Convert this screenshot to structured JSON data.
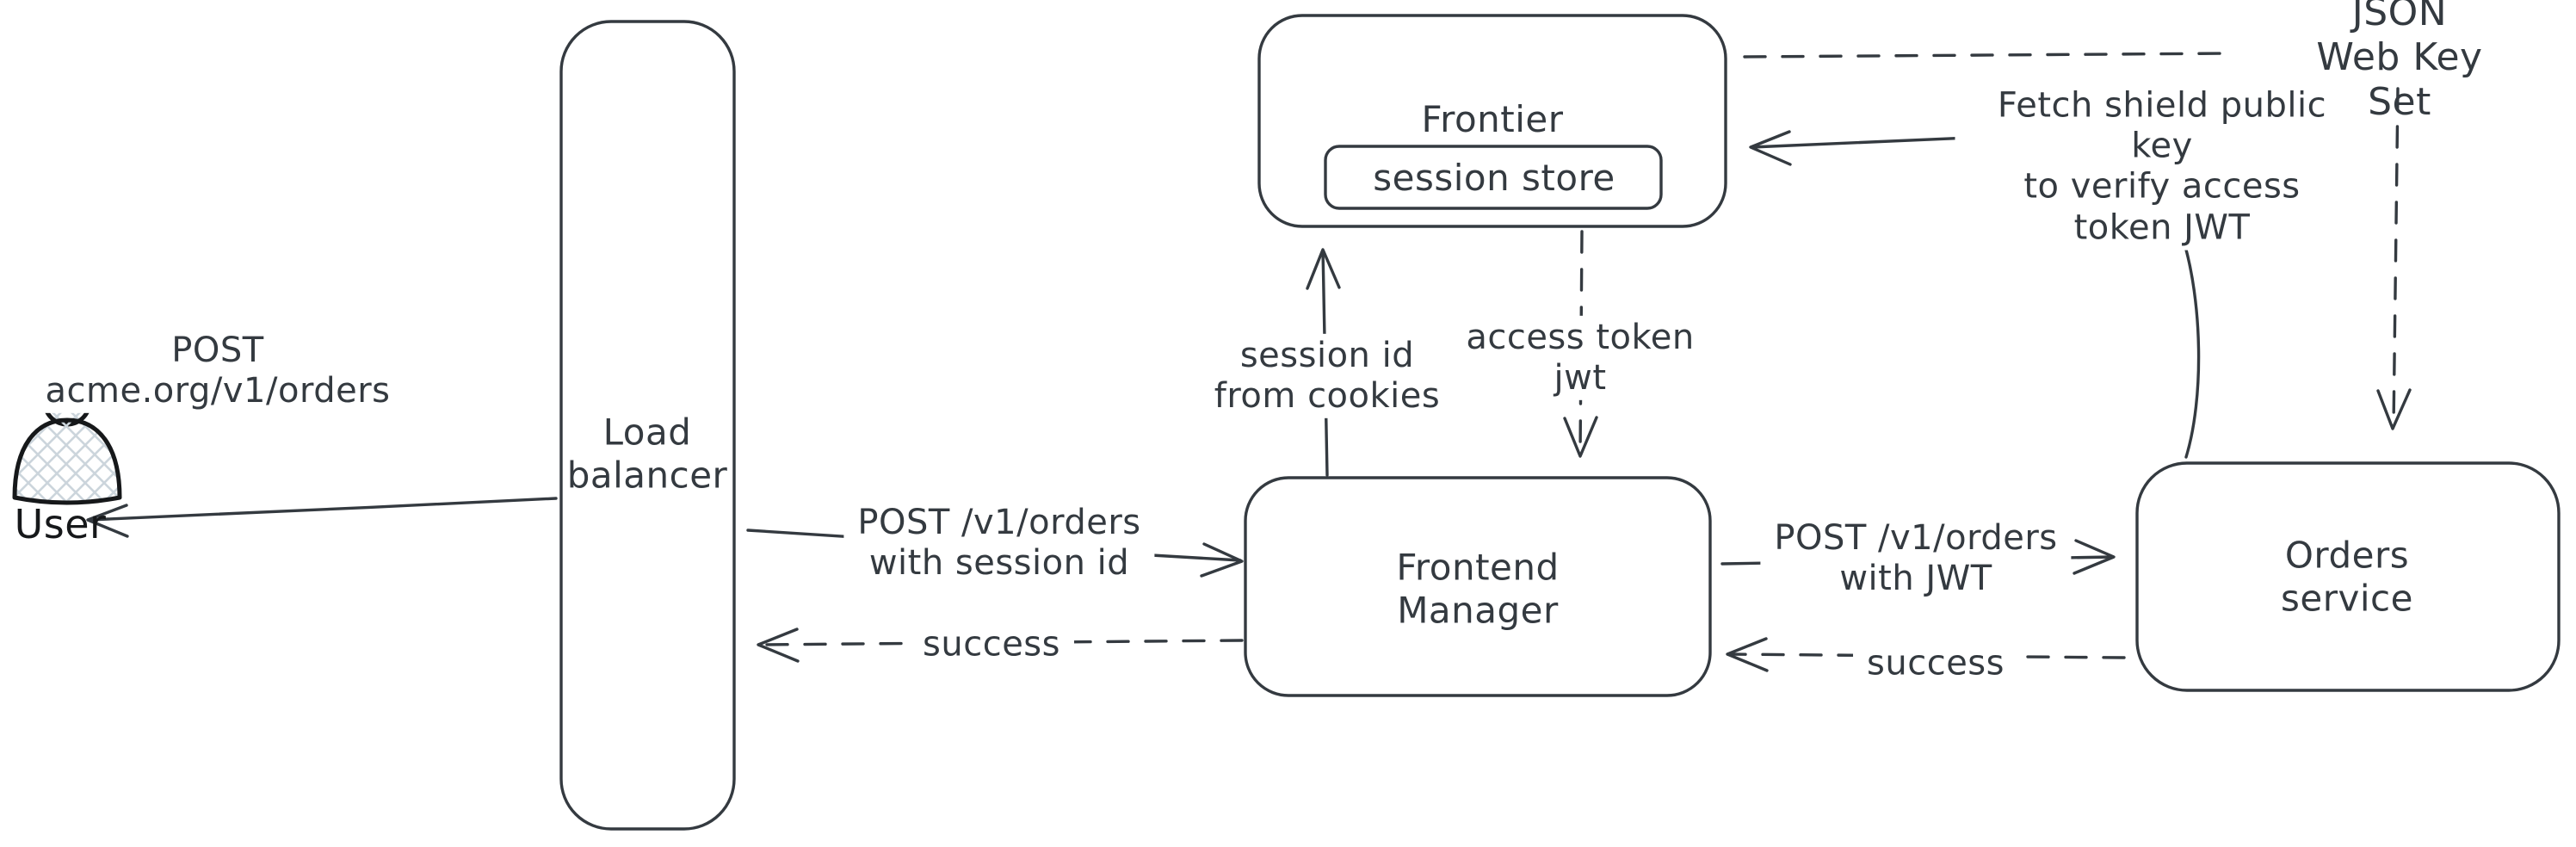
{
  "diagram": {
    "colors": {
      "background": "#ffffff",
      "stroke": "#343a40",
      "user_icon_stroke": "#16181a",
      "user_icon_hatch_fill": "#ccd5dc"
    },
    "nodes": {
      "user": {
        "label": "User",
        "icon": "person-icon"
      },
      "load_balancer": {
        "label": "Load\nbalancer"
      },
      "frontier": {
        "label": "Frontier"
      },
      "session_store": {
        "label": "session store"
      },
      "frontend_manager": {
        "label": "Frontend\nManager"
      },
      "orders_service": {
        "label": "Orders service"
      }
    },
    "edges": {
      "user_to_lb": {
        "label": "POST\nacme.org/v1/orders",
        "style": "solid"
      },
      "lb_to_user": {
        "label": "",
        "style": "solid"
      },
      "lb_to_fm": {
        "label": "POST /v1/orders\nwith session id",
        "style": "solid"
      },
      "fm_to_lb": {
        "label": "success",
        "style": "dashed"
      },
      "fm_to_frontier": {
        "label": "session id\nfrom cookies",
        "style": "solid"
      },
      "frontier_to_fm": {
        "label": "access token\njwt",
        "style": "dashed"
      },
      "fm_to_orders": {
        "label": "POST /v1/orders\nwith JWT",
        "style": "solid"
      },
      "orders_to_fm": {
        "label": "success",
        "style": "dashed"
      },
      "orders_to_frontier": {
        "label": "Fetch shield public key\nto verify access\ntoken JWT",
        "style": "solid"
      },
      "frontier_to_jwks": {
        "label": "JSON Web Key Set",
        "style": "dashed"
      },
      "jwks_to_orders": {
        "label": "",
        "style": "dashed"
      }
    }
  }
}
